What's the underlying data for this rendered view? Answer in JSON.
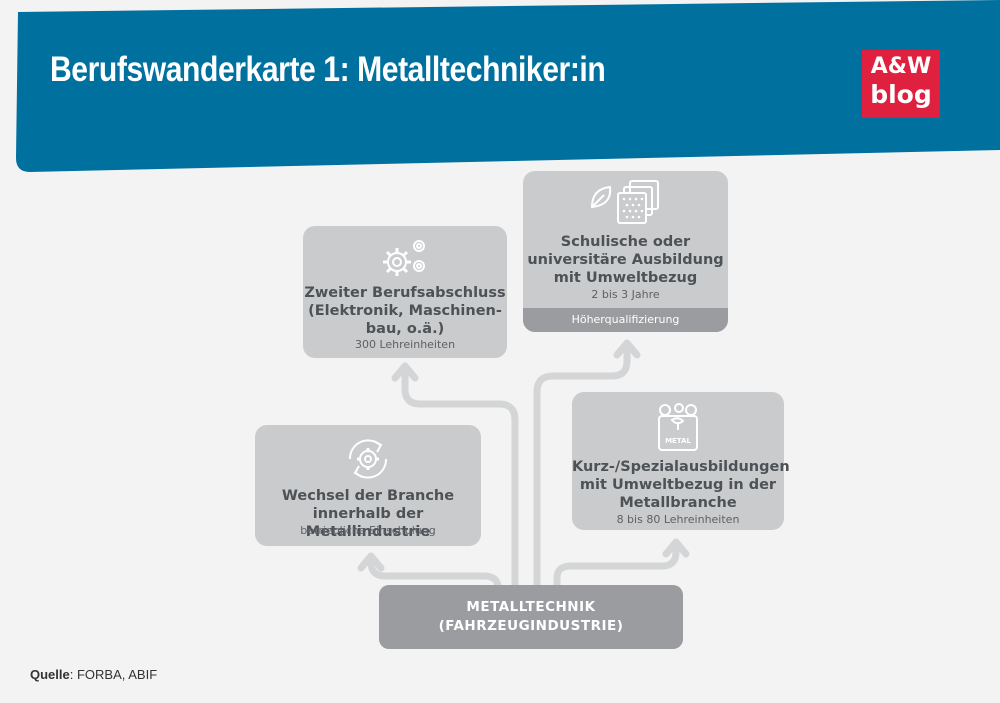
{
  "header": {
    "title": "Berufswanderkarte 1: Metalltechniker:in",
    "logo_line1": "A&W",
    "logo_line2": "blog"
  },
  "colors": {
    "banner": "#00709f",
    "box": "#cacbcc",
    "box_dark": "#9a9c9f",
    "arrow": "#d4d5d6",
    "logo": "#e0203f"
  },
  "origin": {
    "line1": "METALLTECHNIK",
    "line2": "(FAHRZEUGINDUSTRIE)"
  },
  "boxes": {
    "second": {
      "icon": "gears-icon",
      "title1": "Zweiter Berufsabschluss",
      "title2": "(Elektronik, Maschinen-",
      "title3": "bau, o.ä.)",
      "sub": "300 Lehreinheiten"
    },
    "school": {
      "icon": "leaf-fabric-icon",
      "title1": "Schulische oder",
      "title2": "universitäre Ausbildung",
      "title3": "mit Umweltbezug",
      "sub": "2 bis 3 Jahre",
      "tag": "Höherqualifizierung"
    },
    "branch": {
      "icon": "refresh-gear-icon",
      "title1": "Wechsel der Branche",
      "title2": "innerhalb der Metallindustrie",
      "sub": "betriebliche Einschulung"
    },
    "short": {
      "icon": "metal-container-icon",
      "icon_label": "METAL",
      "title1": "Kurz-/Spezialausbildungen",
      "title2": "mit Umweltbezug in der",
      "title3": "Metallbranche",
      "sub": "8 bis 80 Lehreinheiten"
    }
  },
  "source": {
    "label": "Quelle",
    "text": ": FORBA, ABIF"
  }
}
